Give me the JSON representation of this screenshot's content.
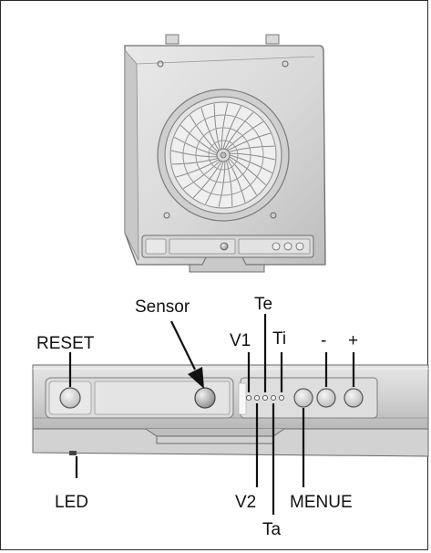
{
  "labels": {
    "sensor": "Sensor",
    "te": "Te",
    "reset": "RESET",
    "v1": "V1",
    "ti": "Ti",
    "minus": "-",
    "plus": "+",
    "led": "LED",
    "v2": "V2",
    "menue": "MENUE",
    "ta": "Ta"
  }
}
